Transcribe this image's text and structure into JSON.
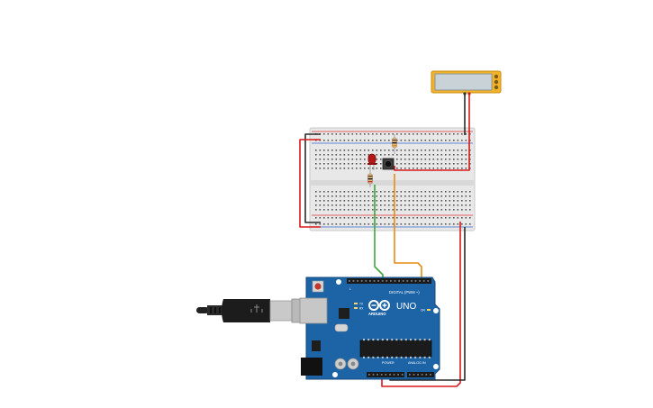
{
  "board": {
    "logo_text": "ARDUINO",
    "model_text": "UNO",
    "digital_label": "DIGITAL (PWM ~)",
    "power_label": "POWER",
    "analog_label": "ANALOG IN",
    "tx_label": "TX",
    "rx_label": "RX",
    "l_label": "L",
    "on_label": "ON"
  },
  "colors": {
    "board_blue": "#1d64a7",
    "wire_red": "#d71a1a",
    "wire_black": "#2a2a2a",
    "wire_green": "#3aa83a",
    "wire_orange": "#e98a12",
    "breadboard": "#e7e7e7",
    "meter_frame": "#f2b32a"
  },
  "icons": {
    "usb_cable": "usb-cable-icon",
    "led": "led-icon",
    "resistor": "resistor-icon",
    "pushbutton": "pushbutton-icon"
  }
}
